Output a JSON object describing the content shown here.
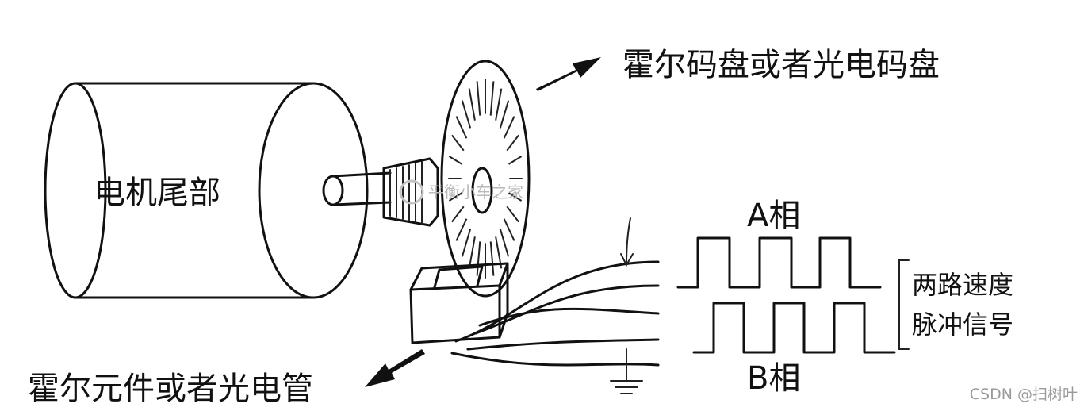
{
  "labels": {
    "motor_tail": "电机尾部",
    "code_disk": "霍尔码盘或者光电码盘",
    "sensor": "霍尔元件或者光电管",
    "phase_a": "A相",
    "phase_b": "B相",
    "signal_line1": "两路速度",
    "signal_line2": "脉冲信号"
  },
  "watermark": {
    "center_text": "平衡小车之家"
  },
  "footer": {
    "credit": "CSDN @扫树叶"
  }
}
